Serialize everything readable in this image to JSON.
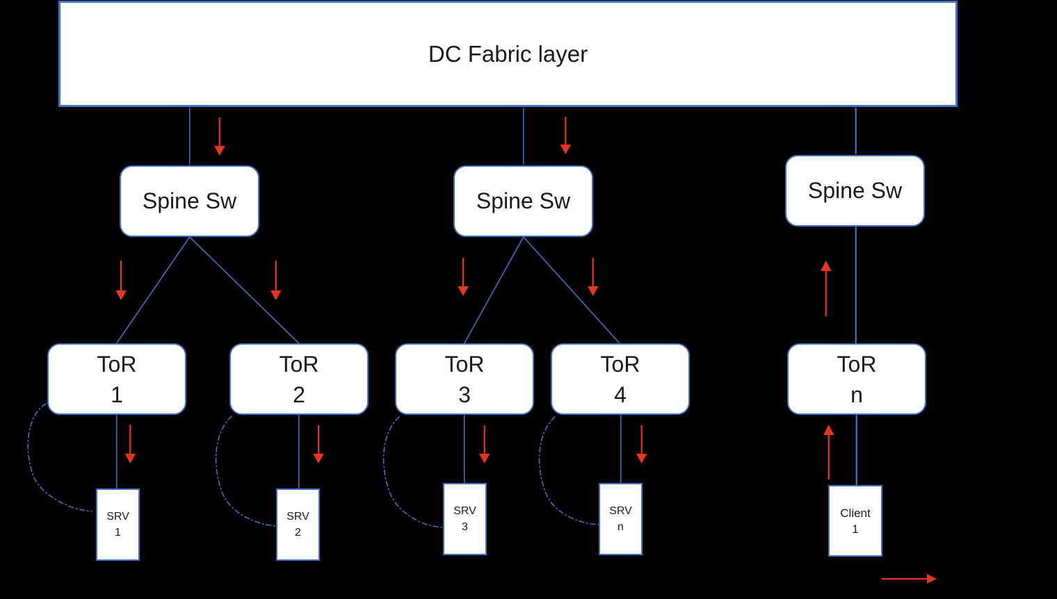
{
  "colors": {
    "background": "#000000",
    "line_blue": "#4472c4",
    "arrow_red": "#ea3323",
    "box_fill": "#ffffff",
    "box_text": "#1a1a1a"
  },
  "fabric": {
    "label": "DC Fabric layer"
  },
  "spines": [
    {
      "label": "Spine Sw"
    },
    {
      "label": "Spine Sw"
    },
    {
      "label": "Spine Sw"
    }
  ],
  "tors": [
    {
      "line1": "ToR",
      "line2": "1"
    },
    {
      "line1": "ToR",
      "line2": "2"
    },
    {
      "line1": "ToR",
      "line2": "3"
    },
    {
      "line1": "ToR",
      "line2": "4"
    },
    {
      "line1": "ToR",
      "line2": "n"
    }
  ],
  "endpoints": [
    {
      "line1": "SRV",
      "line2": "1"
    },
    {
      "line1": "SRV",
      "line2": "2"
    },
    {
      "line1": "SRV",
      "line2": "3"
    },
    {
      "line1": "SRV",
      "line2": "n"
    },
    {
      "line1": "Client",
      "line2": "1"
    }
  ]
}
